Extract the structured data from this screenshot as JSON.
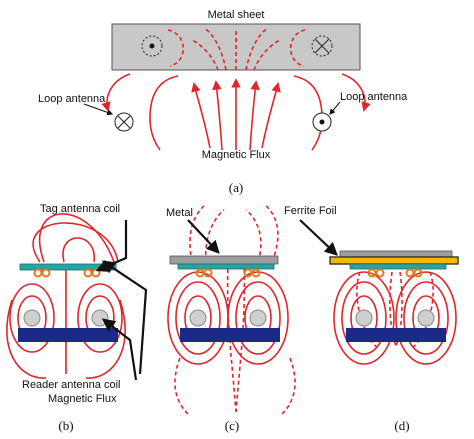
{
  "panel_a": {
    "metal_sheet_label": "Metal sheet",
    "loop_antenna_left_label": "Loop antenna",
    "loop_antenna_right_label": "Loop antenna",
    "magnetic_flux_label": "Magnetic Flux",
    "caption": "(a)"
  },
  "panel_b": {
    "tag_antenna_coil_label": "Tag antenna coil",
    "reader_antenna_coil_label": "Reader antenna coil",
    "magnetic_flux_label": "Magnetic Flux",
    "caption": "(b)"
  },
  "panel_c": {
    "metal_label": "Metal",
    "caption": "(c)"
  },
  "panel_d": {
    "ferrite_foil_label": "Ferrite Foil",
    "caption": "(d)"
  },
  "colors": {
    "flux": "#e0262b",
    "metal": "#c8c8c8",
    "tag_layer": "#29a3a0",
    "tag_coil": "#e07a1a",
    "reader_coil": "#1b2a86",
    "ferrite": "#f5b700"
  },
  "icons": {
    "current_out": "dot-in-circle-icon",
    "current_in": "cross-in-circle-icon"
  }
}
